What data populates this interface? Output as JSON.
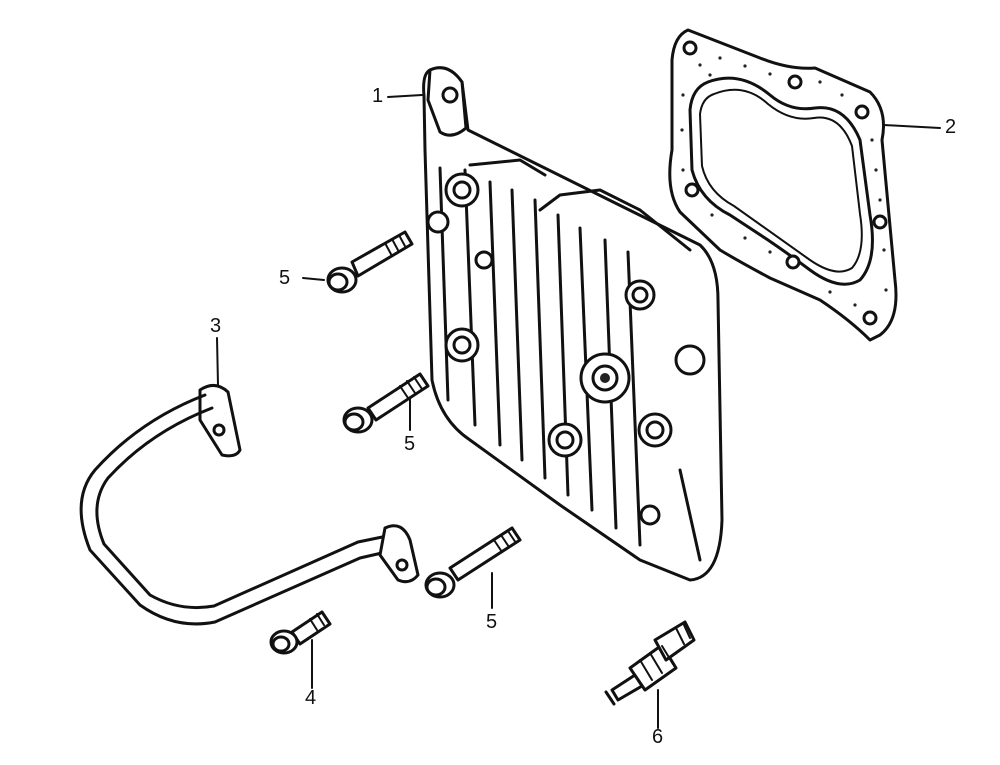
{
  "diagram": {
    "callouts": [
      {
        "id": "c1",
        "label": "1",
        "part": "cylinder-head"
      },
      {
        "id": "c2",
        "label": "2",
        "part": "head-gasket"
      },
      {
        "id": "c3",
        "label": "3",
        "part": "lifting-bracket"
      },
      {
        "id": "c4",
        "label": "4",
        "part": "flange-bolt-small"
      },
      {
        "id": "c5a",
        "label": "5",
        "part": "flange-bolt-upper"
      },
      {
        "id": "c5b",
        "label": "5",
        "part": "flange-bolt-middle"
      },
      {
        "id": "c5c",
        "label": "5",
        "part": "flange-bolt-lower"
      },
      {
        "id": "c6",
        "label": "6",
        "part": "spark-plug"
      }
    ],
    "colors": {
      "line": "#111111",
      "background": "#ffffff"
    }
  }
}
